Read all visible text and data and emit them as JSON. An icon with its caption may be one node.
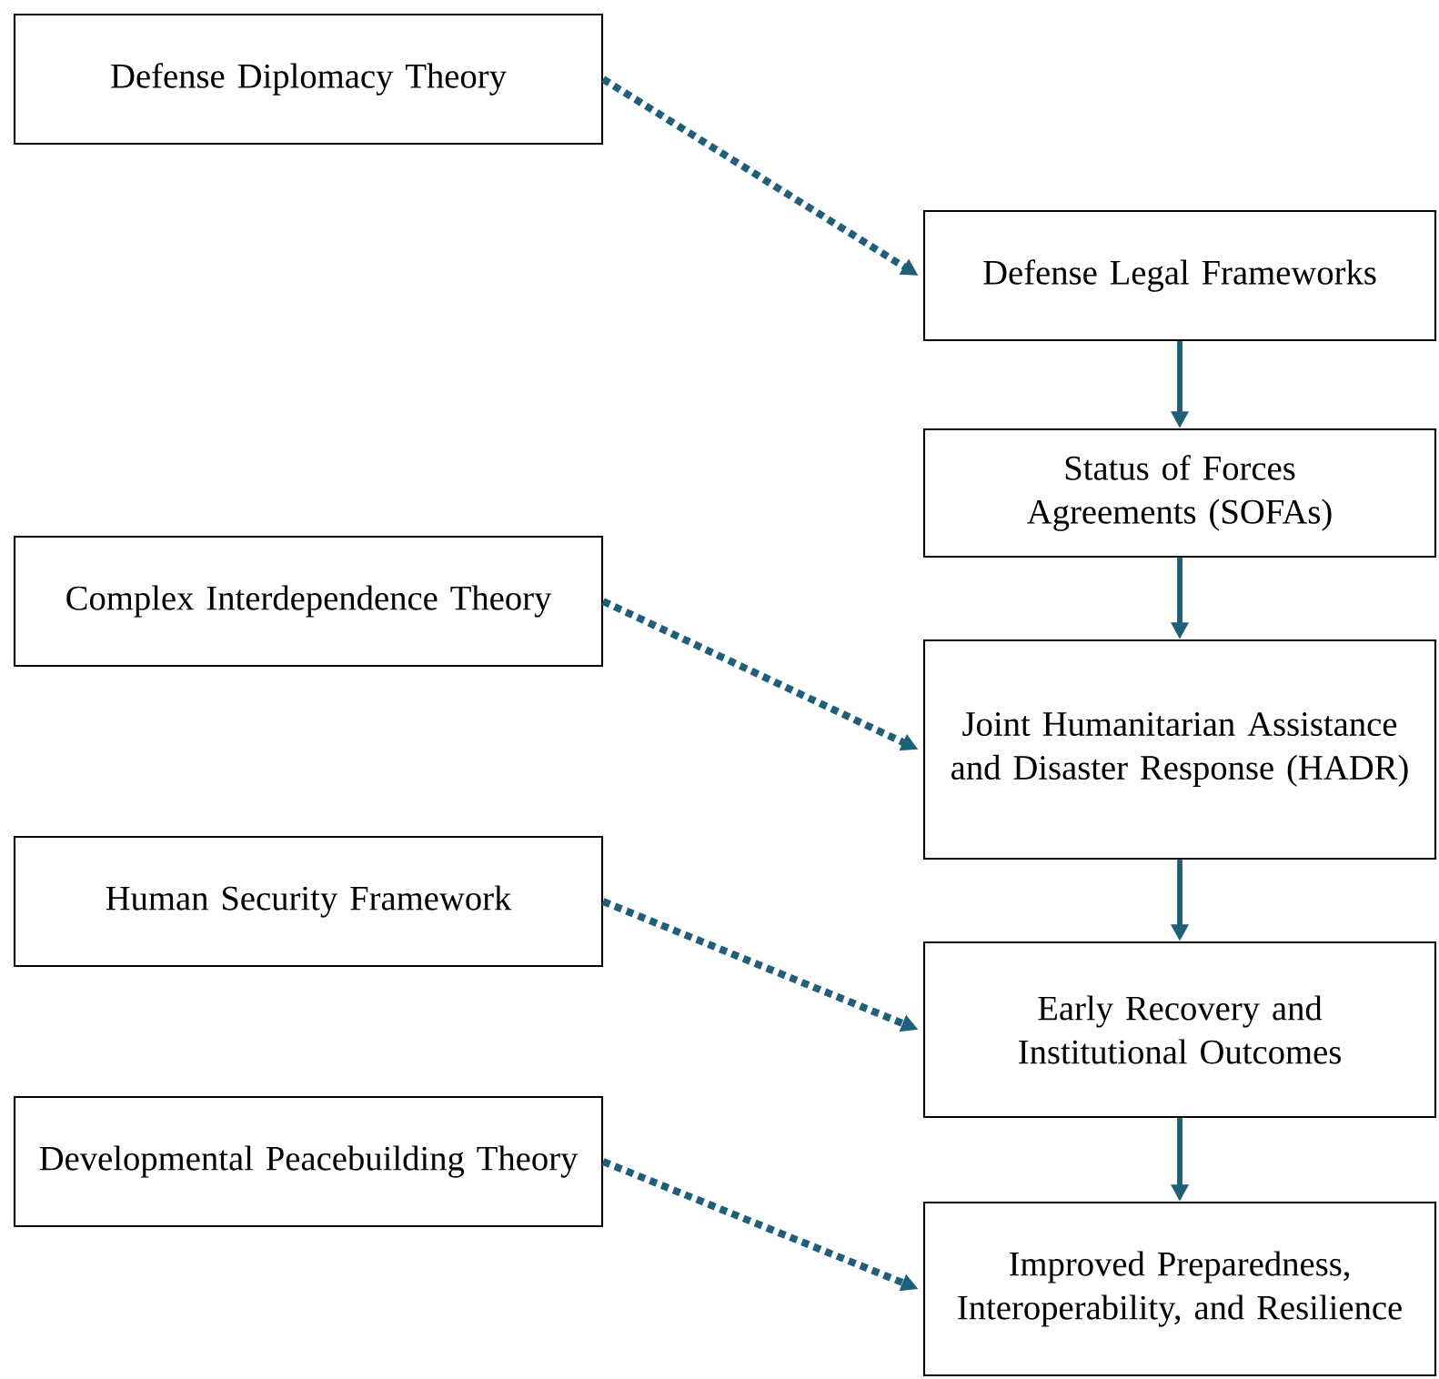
{
  "diagram": {
    "nodes": [
      {
        "text": [
          "Defense Diplomacy Theory"
        ]
      },
      {
        "text": [
          "Defense Legal Frameworks"
        ]
      },
      {
        "text": [
          "Status of Forces Agreements (SOFAs)"
        ]
      },
      {
        "text": [
          "Complex Interdependence Theory"
        ]
      },
      {
        "text": [
          "Joint Humanitarian Assistance and Disaster Response (HADR)"
        ]
      },
      {
        "text": [
          "Human Security Framework"
        ]
      },
      {
        "text": [
          "Early Recovery and Institutional Outcomes"
        ]
      },
      {
        "text": [
          "Developmental Peacebuilding Theory"
        ]
      },
      {
        "text": [
          "Improved Preparedness, Interoperability, and Resilience"
        ]
      }
    ],
    "edges": [
      {
        "from": 0,
        "to": 1,
        "arrow": "to",
        "style": "dashed"
      },
      {
        "from": 1,
        "to": 2,
        "arrow": "to"
      },
      {
        "from": 2,
        "to": 4,
        "arrow": "to"
      },
      {
        "from": 3,
        "to": 4,
        "arrow": "to",
        "style": "dashed"
      },
      {
        "from": 4,
        "to": 6,
        "arrow": "to"
      },
      {
        "from": 5,
        "to": 6,
        "arrow": "to",
        "style": "dashed"
      },
      {
        "from": 6,
        "to": 8,
        "arrow": "to"
      },
      {
        "from": 7,
        "to": 8,
        "arrow": "to",
        "style": "dashed"
      }
    ]
  }
}
